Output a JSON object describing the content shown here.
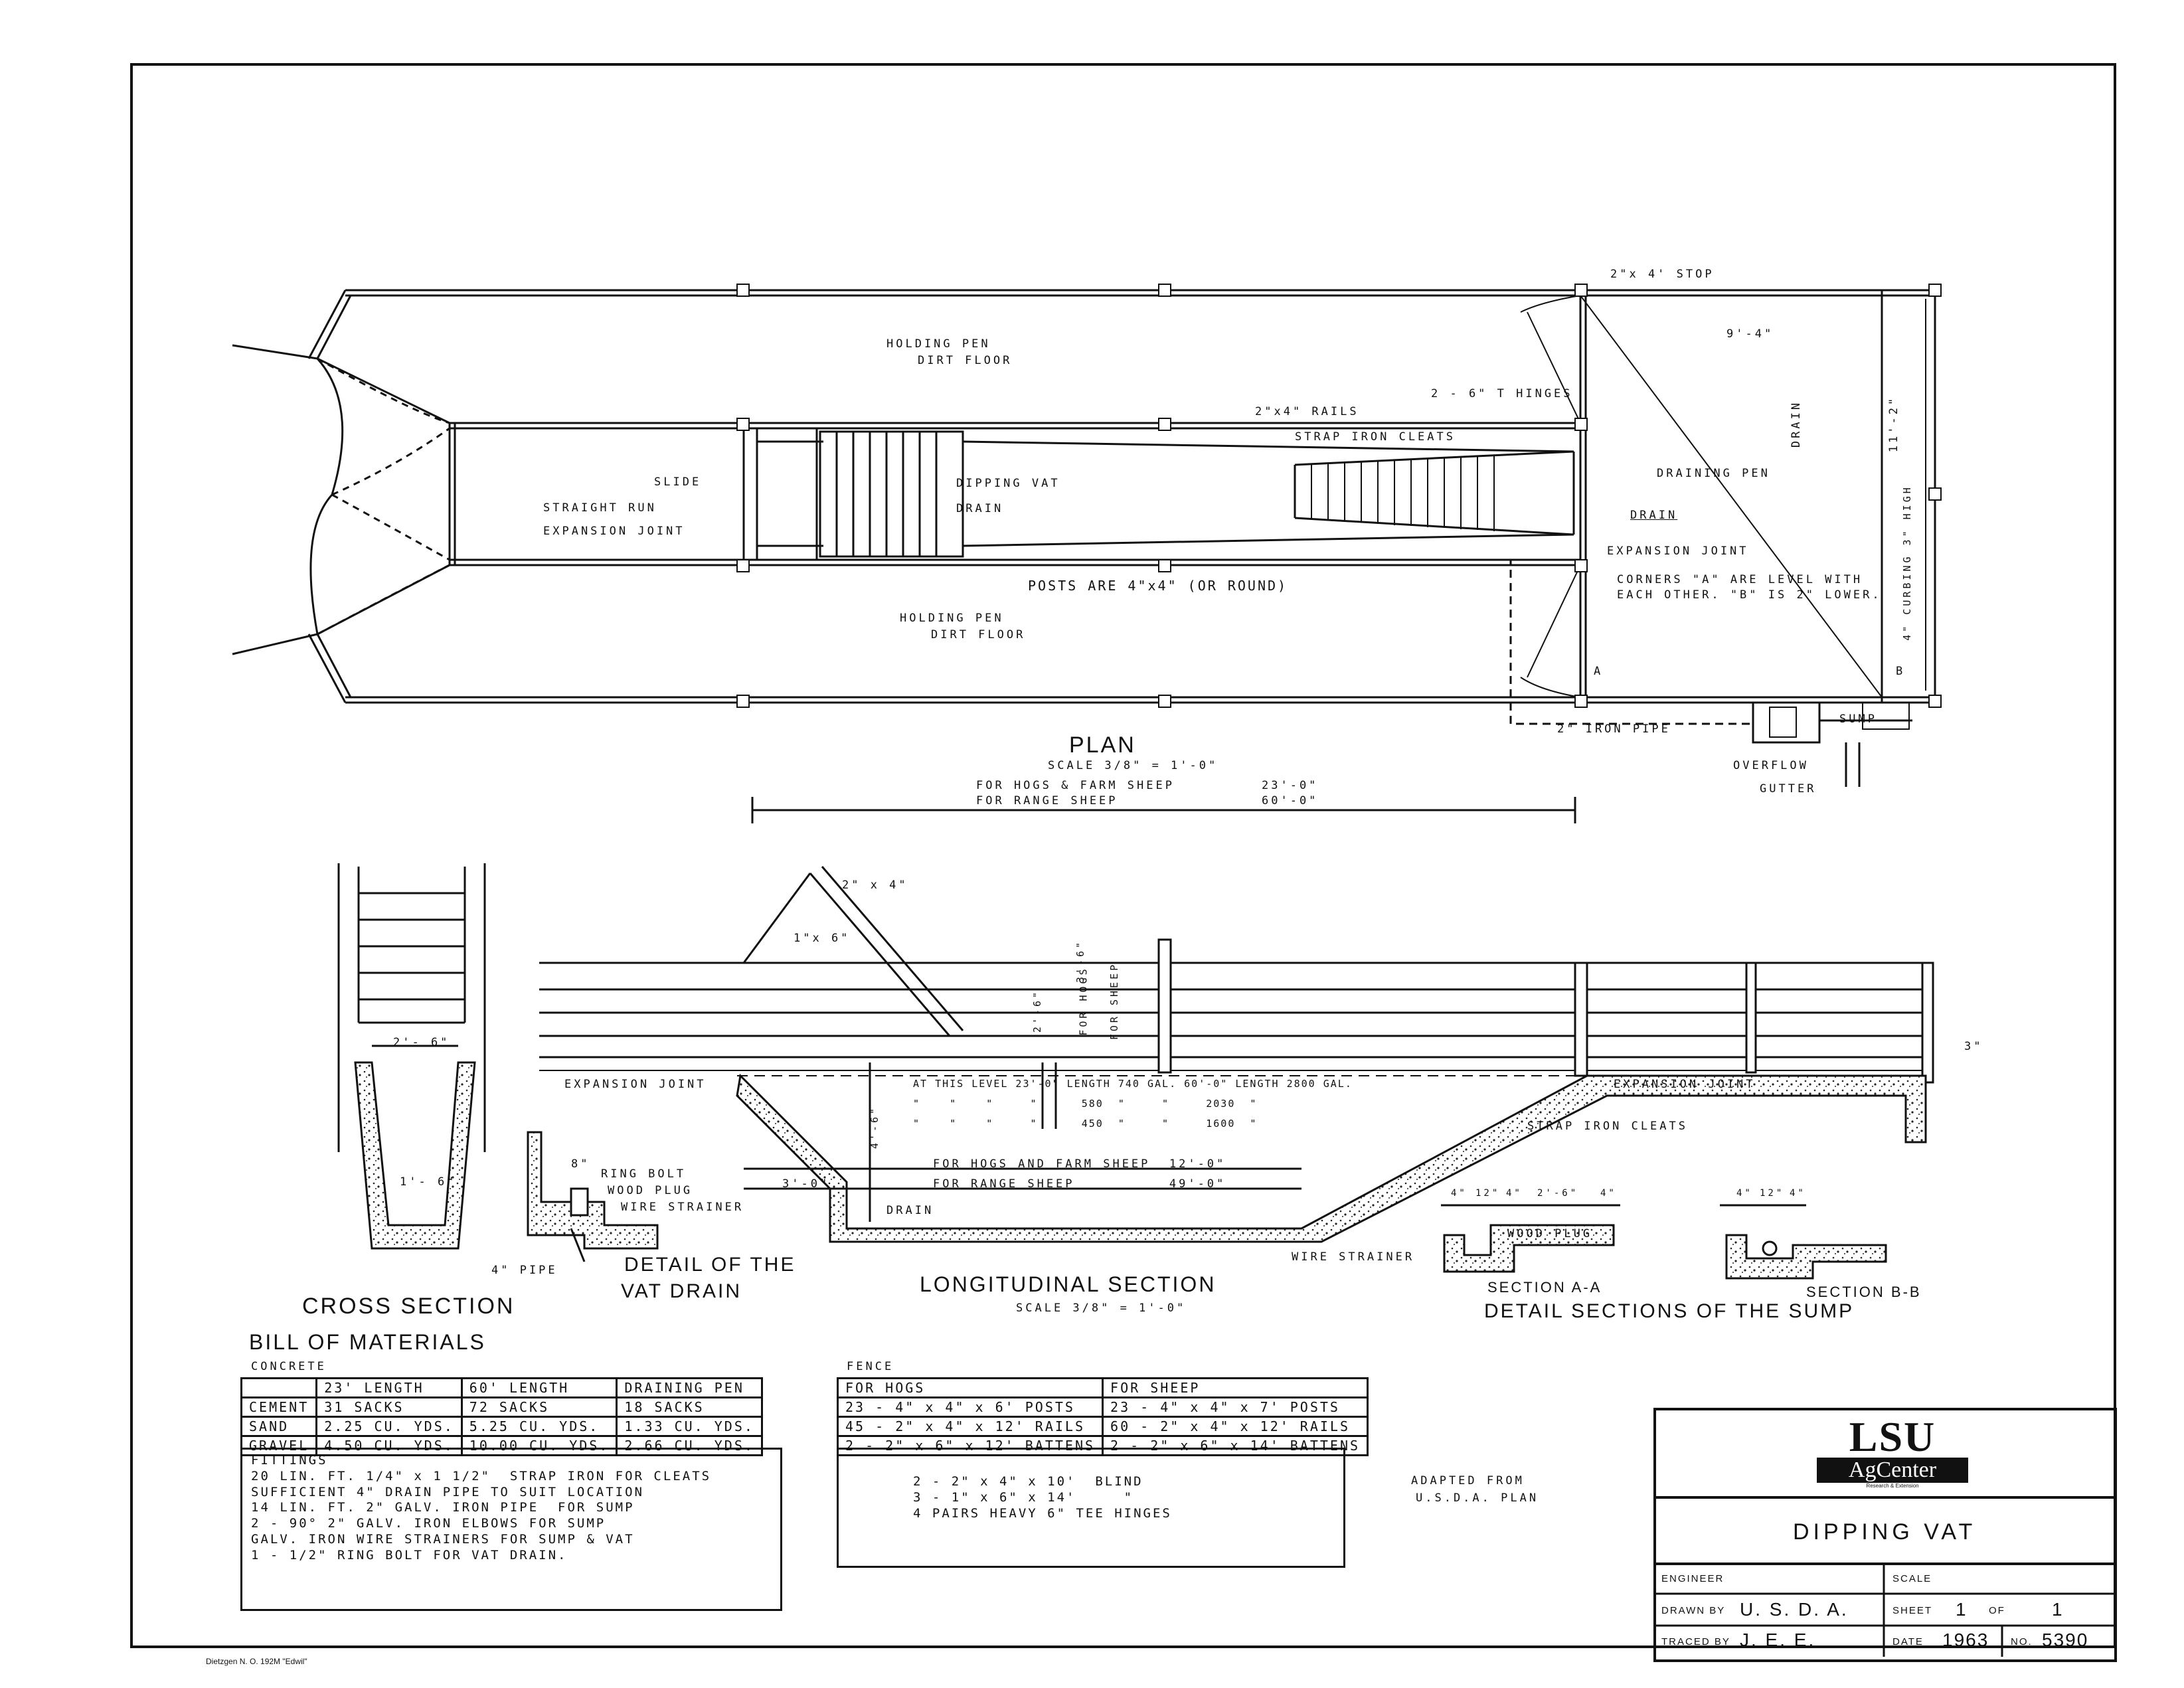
{
  "plan": {
    "holding_pen_top": [
      "HOLDING PEN",
      "DIRT FLOOR"
    ],
    "holding_pen_bottom": [
      "HOLDING PEN",
      "DIRT FLOOR"
    ],
    "slide": "SLIDE",
    "straight_run": "STRAIGHT RUN",
    "expansion_joint_left": "EXPANSION JOINT",
    "dipping_vat": "DIPPING VAT",
    "drain": "DRAIN",
    "rails": "2\"x4\" RAILS",
    "strap_iron_cleats": "STRAP IRON CLEATS",
    "stop": "2\"x 4' STOP",
    "hinges": "2 - 6\" T HINGES",
    "draining_pen": "DRAINING PEN",
    "drain_right": "DRAIN",
    "drain_vertical": "DRAIN",
    "dim_width": "9'-4\"",
    "dim_length": "11'-2\"",
    "curbing": "4\" CURBING 3\" HIGH",
    "expansion_joint_right": "EXPANSION JOINT",
    "corners_note": [
      "CORNERS \"A\" ARE LEVEL WITH",
      "EACH OTHER. \"B\" IS 2\" LOWER."
    ],
    "posts": "POSTS ARE 4\"x4\" (OR ROUND)",
    "iron_pipe": "2\" IRON PIPE",
    "sump": "SUMP",
    "overflow": "OVERFLOW",
    "gutter": "GUTTER",
    "corner_a": "A",
    "corner_b": "B",
    "title": "PLAN",
    "scale": "SCALE 3/8\" = 1'-0\"",
    "len_hogs_label": "FOR HOGS & FARM SHEEP",
    "len_hogs_value": "23'-0\"",
    "len_sheep_label": "FOR RANGE SHEEP",
    "len_sheep_value": "60'-0\""
  },
  "longitudinal": {
    "board_2x4": "2\" x 4\"",
    "board_1x6": "1\"x 6\"",
    "for_hogs": "FOR HOGS",
    "for_sheep": "FOR SHEEP",
    "dim_2_6": "2'-6\"",
    "dim_3_6": "3'-6\"",
    "expansion_joint_left": "EXPANSION JOINT",
    "expansion_joint_right": "EXPANSION JOINT",
    "level_rows": [
      "AT THIS LEVEL 23'-0\" LENGTH 740 GAL. 60'-0\" LENGTH 2800 GAL.",
      "\"    \"    \"     \"      580  \"     \"     2030  \"",
      "\"    \"    \"     \"      450  \"     \"     1600  \""
    ],
    "dim_4_6": "4'-6\"",
    "strap_iron_cleats": "STRAP IRON CLEATS",
    "dim_3_0": "3'-0\"",
    "hogs_len": "FOR HOGS AND FARM SHEEP  12'-0\"",
    "sheep_len": "FOR RANGE SHEEP          49'-0\"",
    "drain": "DRAIN",
    "wire_strainer": "WIRE STRAINER",
    "dim_3_right": "3\"",
    "title": "LONGITUDINAL SECTION",
    "scale": "SCALE 3/8\" = 1'-0\""
  },
  "cross_section": {
    "top_dim": "2'- 6\"",
    "bottom_dim": "1'- 6\"",
    "title": "CROSS SECTION"
  },
  "vat_drain": {
    "dim_8": "8\"",
    "ring_bolt": "RING BOLT",
    "wood_plug": "WOOD PLUG",
    "wire_strainer": "WIRE STRAINER",
    "pipe": "4\" PIPE",
    "title": [
      "DETAIL OF THE",
      "VAT DRAIN"
    ]
  },
  "sump_details": {
    "dims_a": [
      "4\"",
      "12\"",
      "4\"",
      "2'-6\"",
      "4\""
    ],
    "wood_plug": "WOOD PLUG",
    "section_a": "SECTION A-A",
    "dims_b": [
      "4\"",
      "12\"",
      "4\""
    ],
    "section_b": "SECTION B-B",
    "title": "DETAIL SECTIONS OF THE SUMP"
  },
  "bill": {
    "title": "BILL OF MATERIALS",
    "concrete_label": "CONCRETE",
    "concrete_headers": [
      "",
      "23' LENGTH",
      "60' LENGTH",
      "DRAINING PEN"
    ],
    "concrete_rows": [
      [
        "CEMENT",
        "31 SACKS",
        "72 SACKS",
        "18 SACKS"
      ],
      [
        "SAND",
        "2.25 CU. YDS.",
        "5.25 CU. YDS.",
        "1.33 CU. YDS."
      ],
      [
        "GRAVEL",
        "4.50 CU. YDS.",
        "10.00 CU. YDS.",
        "2.66 CU. YDS."
      ]
    ],
    "fittings_title": "FITTINGS",
    "fittings": [
      "20 LIN. FT. 1/4\" x 1 1/2\"  STRAP IRON FOR CLEATS",
      "SUFFICIENT 4\" DRAIN PIPE TO SUIT LOCATION",
      "14 LIN. FT. 2\" GALV. IRON PIPE  FOR SUMP",
      "2 - 90° 2\" GALV. IRON ELBOWS FOR SUMP",
      "GALV. IRON WIRE STRAINERS FOR SUMP & VAT",
      "1 - 1/2\" RING BOLT FOR VAT DRAIN."
    ],
    "fence_label": "FENCE",
    "fence_headers": [
      "FOR HOGS",
      "FOR SHEEP"
    ],
    "fence_rows": [
      [
        "23 - 4\" x 4\" x 6' POSTS",
        "23 - 4\" x 4\" x 7' POSTS"
      ],
      [
        "45 - 2\" x 4\" x 12' RAILS",
        "60 - 2\" x 4\" x 12' RAILS"
      ],
      [
        "2 - 2\" x 6\" x 12' BATTENS",
        "2 - 2\" x 6\" x 14' BATTENS"
      ]
    ],
    "fence_extra": [
      "2 - 2\" x 4\" x 10'  BLIND",
      "3 - 1\" x 6\" x 14'     \"",
      "4 PAIRS HEAVY 6\" TEE HINGES"
    ],
    "adapted": [
      "ADAPTED FROM",
      "U.S.D.A. PLAN"
    ]
  },
  "title_block": {
    "logo_main": "LSU",
    "logo_sub": "AgCenter",
    "logo_tag": "Research & Extension",
    "title": "DIPPING VAT",
    "engineer_label": "ENGINEER",
    "scale_label": "SCALE",
    "drawn_label": "DRAWN BY",
    "drawn_value": "U. S. D. A.",
    "sheet_label": "SHEET",
    "sheet_value": "1",
    "of_label": "OF",
    "of_value": "1",
    "traced_label": "TRACED BY",
    "traced_value": "J. E. E.",
    "date_label": "DATE",
    "date_value": "1963",
    "no_label": "NO.",
    "no_value": "5390"
  },
  "footer": "Dietzgen N. O. 192M \"Edwil\""
}
